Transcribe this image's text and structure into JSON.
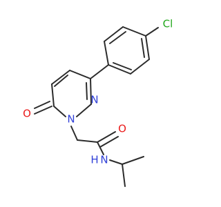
{
  "diagram": {
    "type": "chemical-structure",
    "atoms": {
      "chlorine": "Cl",
      "ring_nitrogen_1": "N",
      "ring_nitrogen_2": "N",
      "carbonyl_oxygen_ring": "O",
      "amide_oxygen": "O",
      "amide_nitrogen": "N",
      "amide_hydrogen": "H"
    },
    "colors": {
      "bond": "#2b2b2b",
      "chlorine": "#22a81c",
      "nitrogen": "#2f3fd7",
      "oxygen": "#ea1b1b"
    }
  }
}
